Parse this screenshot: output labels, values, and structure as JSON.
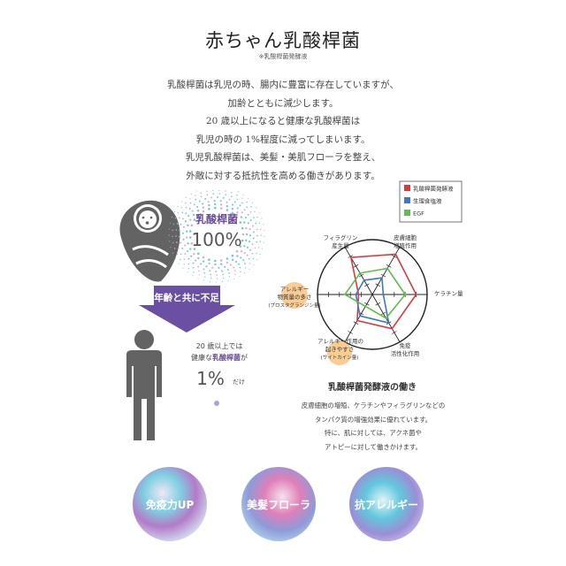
{
  "header": {
    "title": "赤ちゃん乳酸桿菌",
    "subtitle": "※乳酸桿菌発酵液"
  },
  "intro_lines": [
    "乳酸桿菌は乳児の時、腸内に豊富に存在していますが、",
    "加齢とともに減少します。",
    "20 歳以上になると健康な乳酸桿菌は",
    "乳児の時の 1%程度に減ってしまいます。",
    "乳児乳酸桿菌は、美髪・美肌フローラを整え、",
    "外敵に対する抵抗性を高める働きがあります。"
  ],
  "baby_panel": {
    "label": "乳酸桿菌",
    "percent": "100%",
    "arrow_label": "年齢と共に不足"
  },
  "adult_panel": {
    "line1": "20 歳以上では",
    "line2_pre": "健康な",
    "line2_em": "乳酸桿菌",
    "line2_post": "が",
    "percent": "1%",
    "suffix": "だけ"
  },
  "radar": {
    "axes": [
      {
        "line1": "皮膚細胞",
        "line2": "増殖作用"
      },
      {
        "line1": "ケラチン量",
        "line2": ""
      },
      {
        "line1": "免疫",
        "line2": "活性化作用"
      },
      {
        "line1": "アレルギー作用の",
        "line2": "起きやすさ",
        "line3": "(サイトカイン量)"
      },
      {
        "line1": "アレルギー",
        "line2": "物質量の多さ",
        "line3": "(プロスタグランジン量)"
      },
      {
        "line1": "フィラグリン",
        "line2": "産生量"
      }
    ],
    "legend": [
      {
        "name": "乳酸桿菌発酵液",
        "color": "#d83a3e"
      },
      {
        "name": "生理食塩液",
        "color": "#3a78c8"
      },
      {
        "name": "EGF",
        "color": "#5cbf4a"
      }
    ],
    "series_values": [
      {
        "name": "乳酸桿菌発酵液",
        "values": [
          0.85,
          0.8,
          0.72,
          0.55,
          0.25,
          0.78
        ]
      },
      {
        "name": "生理食塩液",
        "values": [
          0.35,
          0.2,
          0.6,
          0.45,
          0.3,
          0.3
        ]
      },
      {
        "name": "EGF",
        "values": [
          0.55,
          0.6,
          0.5,
          0.25,
          0.5,
          0.45
        ]
      }
    ],
    "caption": "乳酸桿菌発酵液の働き"
  },
  "description_lines": [
    "皮膚細胞の増殖、ケラチンやフィラグリンなどの",
    "タンパク質の増強効果に優れています。",
    "特に、肌に対しては、アクネ菌や",
    "アトピーに対して働きかけます。"
  ],
  "benefits": [
    {
      "label": "免疫力UP"
    },
    {
      "label": "美髪フローラ"
    },
    {
      "label": "抗アレルギー"
    }
  ],
  "colors": {
    "arrow_purple": "#6b4fa2",
    "figure_gray": "#636363",
    "dot_cyan": "#6fc8d8",
    "dot_pink": "#e7a7c6",
    "highlight_orange": "#f2a33a"
  }
}
